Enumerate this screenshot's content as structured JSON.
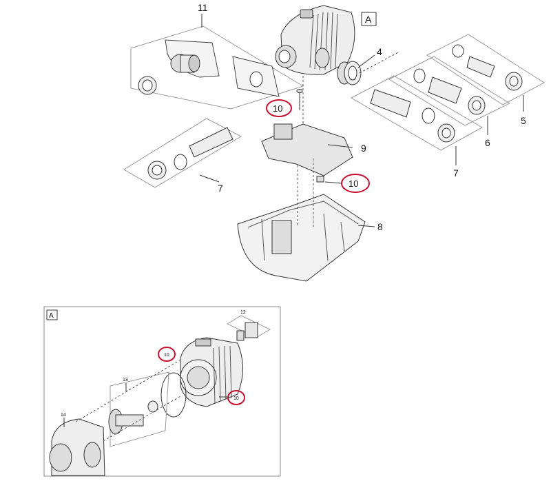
{
  "main_view": {
    "inset_marker": "A",
    "labels": {
      "p11": "11",
      "p4": "4",
      "p5": "5",
      "p6": "6",
      "p7_right": "7",
      "p7_left": "7",
      "p8": "8",
      "p9": "9",
      "p10_top": "10",
      "p10_mid": "10"
    }
  },
  "inset": {
    "marker": "A",
    "labels": {
      "p12": "12",
      "p13": "13",
      "p14": "14",
      "p10_a": "10",
      "p10_b": "10"
    }
  },
  "colors": {
    "highlight": "#c8102e",
    "line": "#333333",
    "panel": "#888888"
  }
}
